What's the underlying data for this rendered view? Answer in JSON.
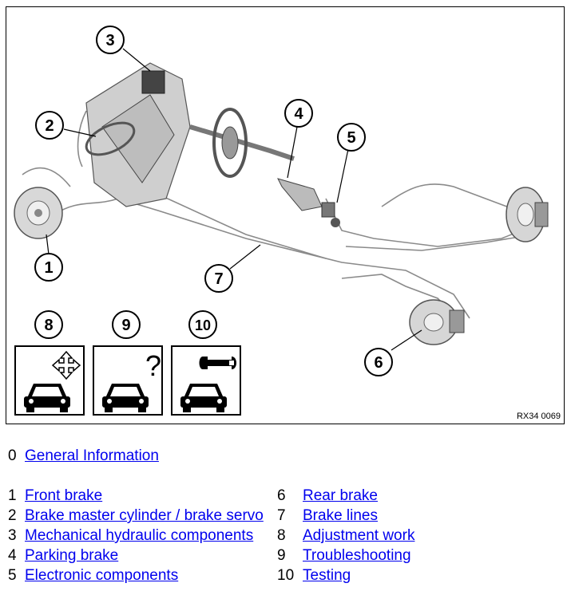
{
  "figure": {
    "code": "RX34 0069",
    "callouts": [
      "1",
      "2",
      "3",
      "4",
      "5",
      "6",
      "7",
      "8",
      "9",
      "10"
    ]
  },
  "general": {
    "number": "0",
    "label": "General Information"
  },
  "left_items": [
    {
      "number": "1",
      "label": "Front brake"
    },
    {
      "number": "2",
      "label": "Brake master cylinder / brake servo"
    },
    {
      "number": "3",
      "label": "Mechanical hydraulic components"
    },
    {
      "number": "4",
      "label": "Parking brake"
    },
    {
      "number": "5",
      "label": "Electronic components"
    }
  ],
  "right_items": [
    {
      "number": "6",
      "label": "Rear brake"
    },
    {
      "number": "7",
      "label": "Brake lines"
    },
    {
      "number": "8",
      "label": "Adjustment work"
    },
    {
      "number": "9",
      "label": "Troubleshooting"
    },
    {
      "number": "10",
      "label": "Testing"
    }
  ],
  "colors": {
    "link": "#0000ee",
    "line": "#000000",
    "parts": "#888888"
  }
}
